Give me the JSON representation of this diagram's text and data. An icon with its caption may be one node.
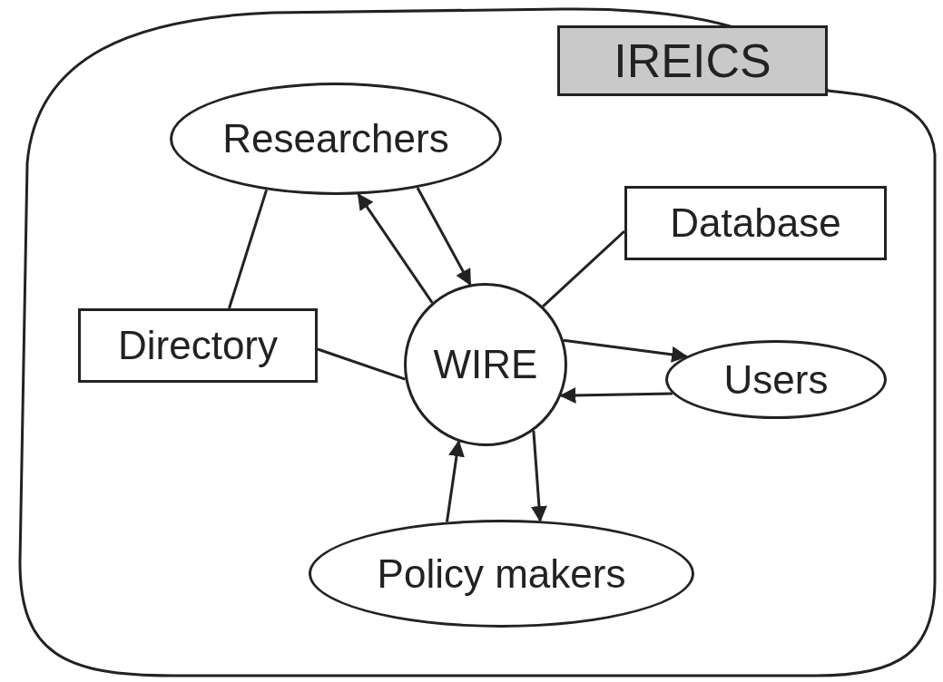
{
  "diagram": {
    "nodes": [
      {
        "text": [
          "IREICS"
        ]
      },
      {
        "text": [
          "Researchers"
        ],
        "in": 0
      },
      {
        "text": [
          "Database"
        ],
        "in": 0
      },
      {
        "text": [
          "Directory"
        ],
        "in": 0
      },
      {
        "text": [
          "WIRE"
        ],
        "in": 0
      },
      {
        "text": [
          "Users"
        ],
        "in": 0
      },
      {
        "text": [
          "Policy makers"
        ],
        "in": 0
      }
    ],
    "edges": [
      {
        "from": 4,
        "to": 1,
        "arrow": "to"
      },
      {
        "from": 1,
        "to": 4,
        "arrow": "to"
      },
      {
        "from": 1,
        "to": 3,
        "arrow": "none"
      },
      {
        "from": 2,
        "to": 4,
        "arrow": "none"
      },
      {
        "from": 3,
        "to": 4,
        "arrow": "none"
      },
      {
        "from": 4,
        "to": 5,
        "arrow": "to"
      },
      {
        "from": 5,
        "to": 4,
        "arrow": "to"
      },
      {
        "from": 6,
        "to": 4,
        "arrow": "to"
      },
      {
        "from": 4,
        "to": 6,
        "arrow": "to"
      }
    ]
  }
}
